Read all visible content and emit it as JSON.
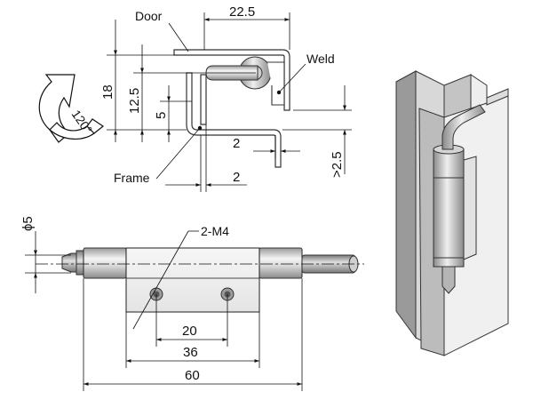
{
  "callouts": {
    "door": "Door",
    "weld": "Weld",
    "frame": "Frame",
    "thread": "2-M4",
    "angle": "120°"
  },
  "dimensions": {
    "d_22_5": "22.5",
    "d_18": "18",
    "d_12_5": "12.5",
    "d_5": "5",
    "d_2_upper": "2",
    "d_2_lower": "2",
    "d_ge_2_5": ">2.5",
    "d_dia5": "ϕ5",
    "d_20": "20",
    "d_36": "36",
    "d_60": "60"
  },
  "colors": {
    "line": "#111111",
    "metal_dark": "#8c8c8c",
    "metal_light": "#efefef",
    "shaft": "#b9b9b9"
  },
  "icons": {
    "rotation": "curved-arrow-icon"
  }
}
